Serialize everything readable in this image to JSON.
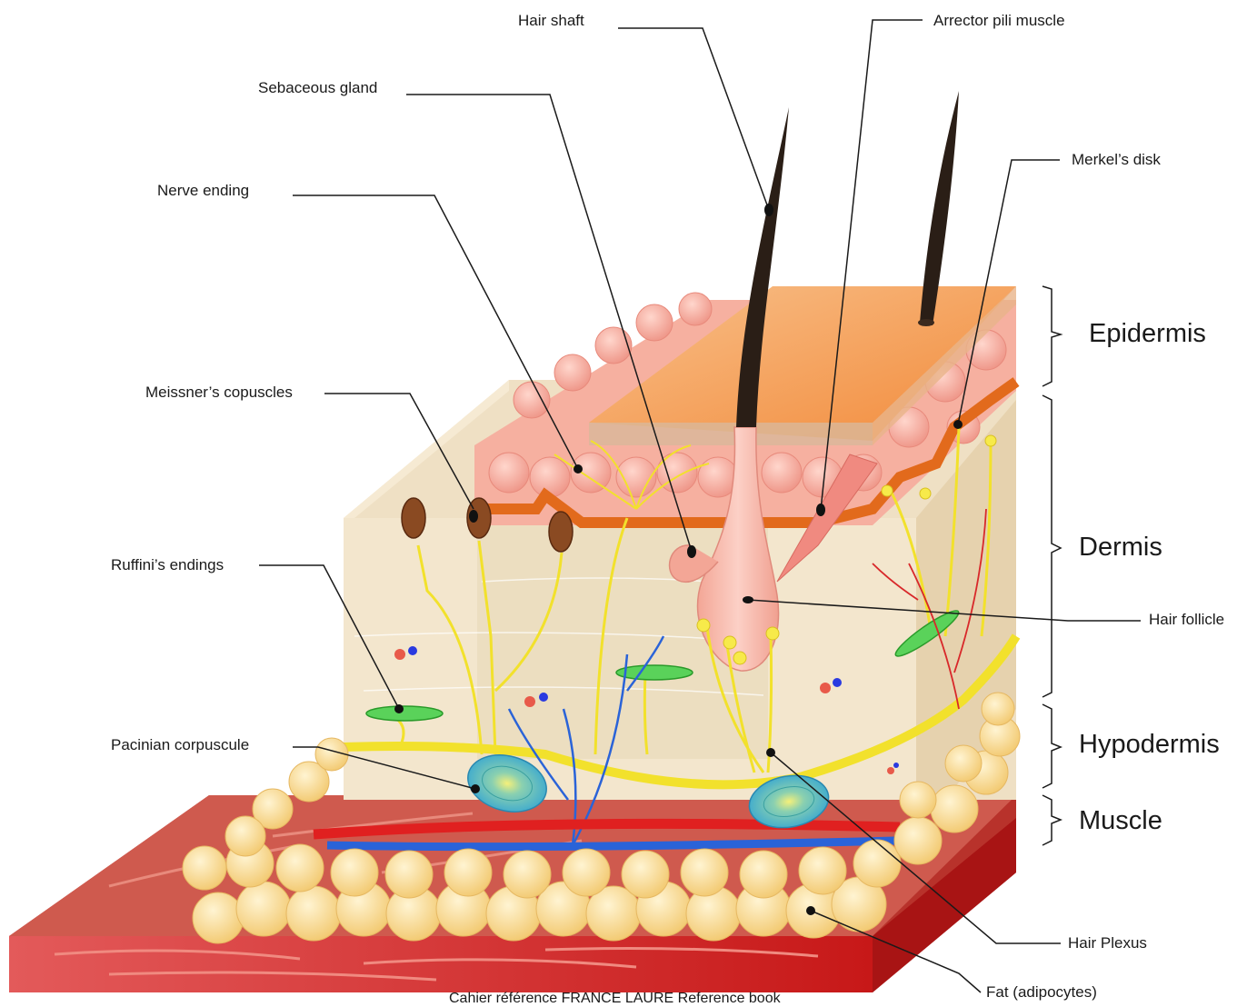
{
  "labels": {
    "hair_shaft": "Hair shaft",
    "arrector_pili": "Arrector pili muscle",
    "sebaceous_gland": "Sebaceous gland",
    "merkels_disk": "Merkel’s disk",
    "nerve_ending": "Nerve ending",
    "meissners": "Meissner’s copuscles",
    "ruffinis": "Ruffini’s endings",
    "hair_follicle": "Hair follicle",
    "pacinian": "Pacinian corpuscule",
    "hair_plexus": "Hair Plexus",
    "fat": "Fat (adipocytes)"
  },
  "layers": {
    "epidermis": "Epidermis",
    "dermis": "Dermis",
    "hypodermis": "Hypodermis",
    "muscle": "Muscle"
  },
  "footer": "Cahier référence FRANCE LAURE Reference book",
  "colors": {
    "epidermis_top": "#f6a55a",
    "epidermis_cells": "#f7b3a3",
    "dermis": "#f0e2c8",
    "fat": "#f9dc96",
    "muscle": "#d42a2a",
    "nerve": "#f2e12c",
    "artery": "#e02020",
    "vein": "#2a63d8",
    "hair": "#2a1e16",
    "follicle": "#f5b3a6"
  }
}
